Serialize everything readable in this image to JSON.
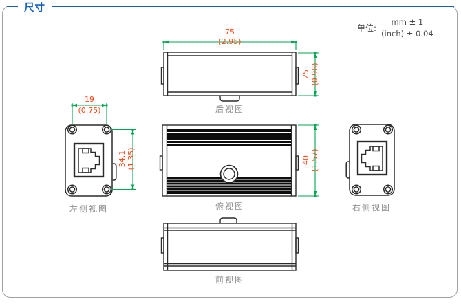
{
  "page": {
    "title": "尺寸"
  },
  "unit": {
    "label": "单位:",
    "numerator": "mm ± 1",
    "denominator": "(inch) ± 0.04"
  },
  "views": {
    "rear": {
      "label": "后视图",
      "width_mm": "75",
      "width_inch": "(2.95)",
      "height_mm": "25",
      "height_inch": "(0.98)"
    },
    "top": {
      "label": "俯视图",
      "height_mm": "40",
      "height_inch": "(1.57)"
    },
    "front": {
      "label": "前视图"
    },
    "left_side": {
      "label": "左侧视图",
      "hole_pitch_mm": "19",
      "hole_pitch_inch": "(0.75)",
      "hole_vpitch_mm": "34.1",
      "hole_vpitch_inch": "(1.35)"
    },
    "right_side": {
      "label": "右侧视图"
    }
  },
  "colors": {
    "accent": "#1560bd",
    "dimension_line": "#00a651",
    "dimension_text": "#ff4716",
    "view_label": "#8f8f8f",
    "drawing_line": "#2b2b2b"
  }
}
